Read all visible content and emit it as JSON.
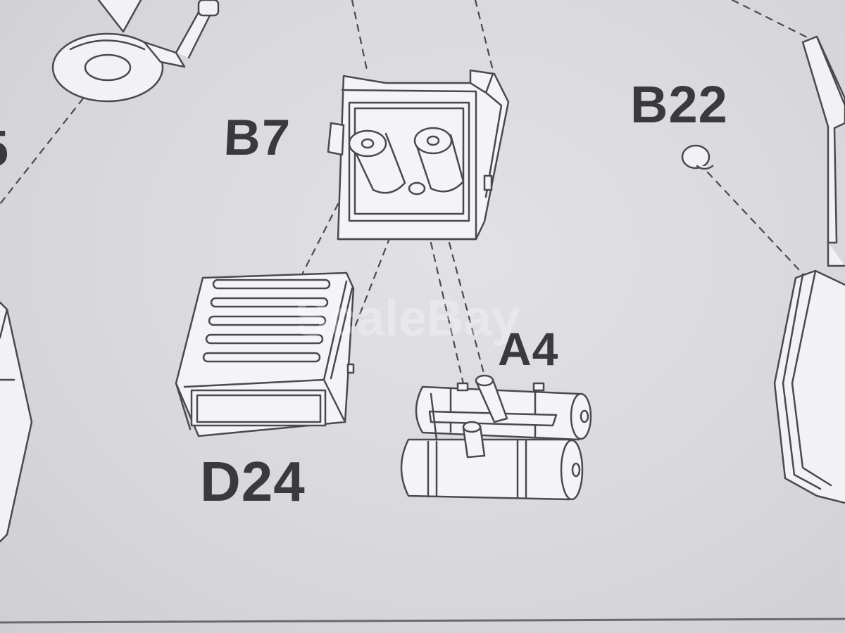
{
  "labels": {
    "b7": "B7",
    "b22": "B22",
    "a4": "A4",
    "d24": "D24",
    "partial_left": "5"
  },
  "watermark": "ScaleBay",
  "colors": {
    "paper": "#d9d8dd",
    "ink": "#3a393d",
    "line": "#4a494d"
  }
}
